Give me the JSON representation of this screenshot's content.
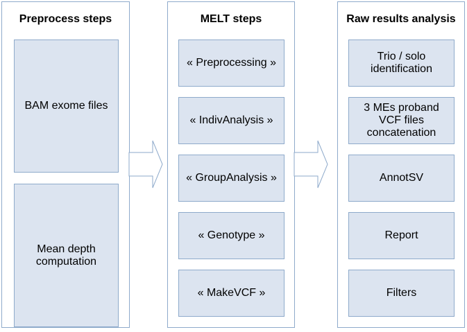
{
  "columns": [
    {
      "title": "Preprocess steps",
      "boxes": [
        "BAM exome files",
        "Mean depth computation"
      ]
    },
    {
      "title": "MELT steps",
      "boxes": [
        "« Preprocessing »",
        "« IndivAnalysis »",
        "« GroupAnalysis »",
        "« Genotype »",
        "« MakeVCF »"
      ]
    },
    {
      "title": "Raw results analysis",
      "boxes": [
        "Trio / solo identification",
        "3 MEs proband VCF files concatenation",
        "AnnotSV",
        "Report",
        "Filters"
      ]
    }
  ],
  "colors": {
    "border": "#8eaacb",
    "box_fill": "#dce4f0",
    "background": "#ffffff"
  }
}
